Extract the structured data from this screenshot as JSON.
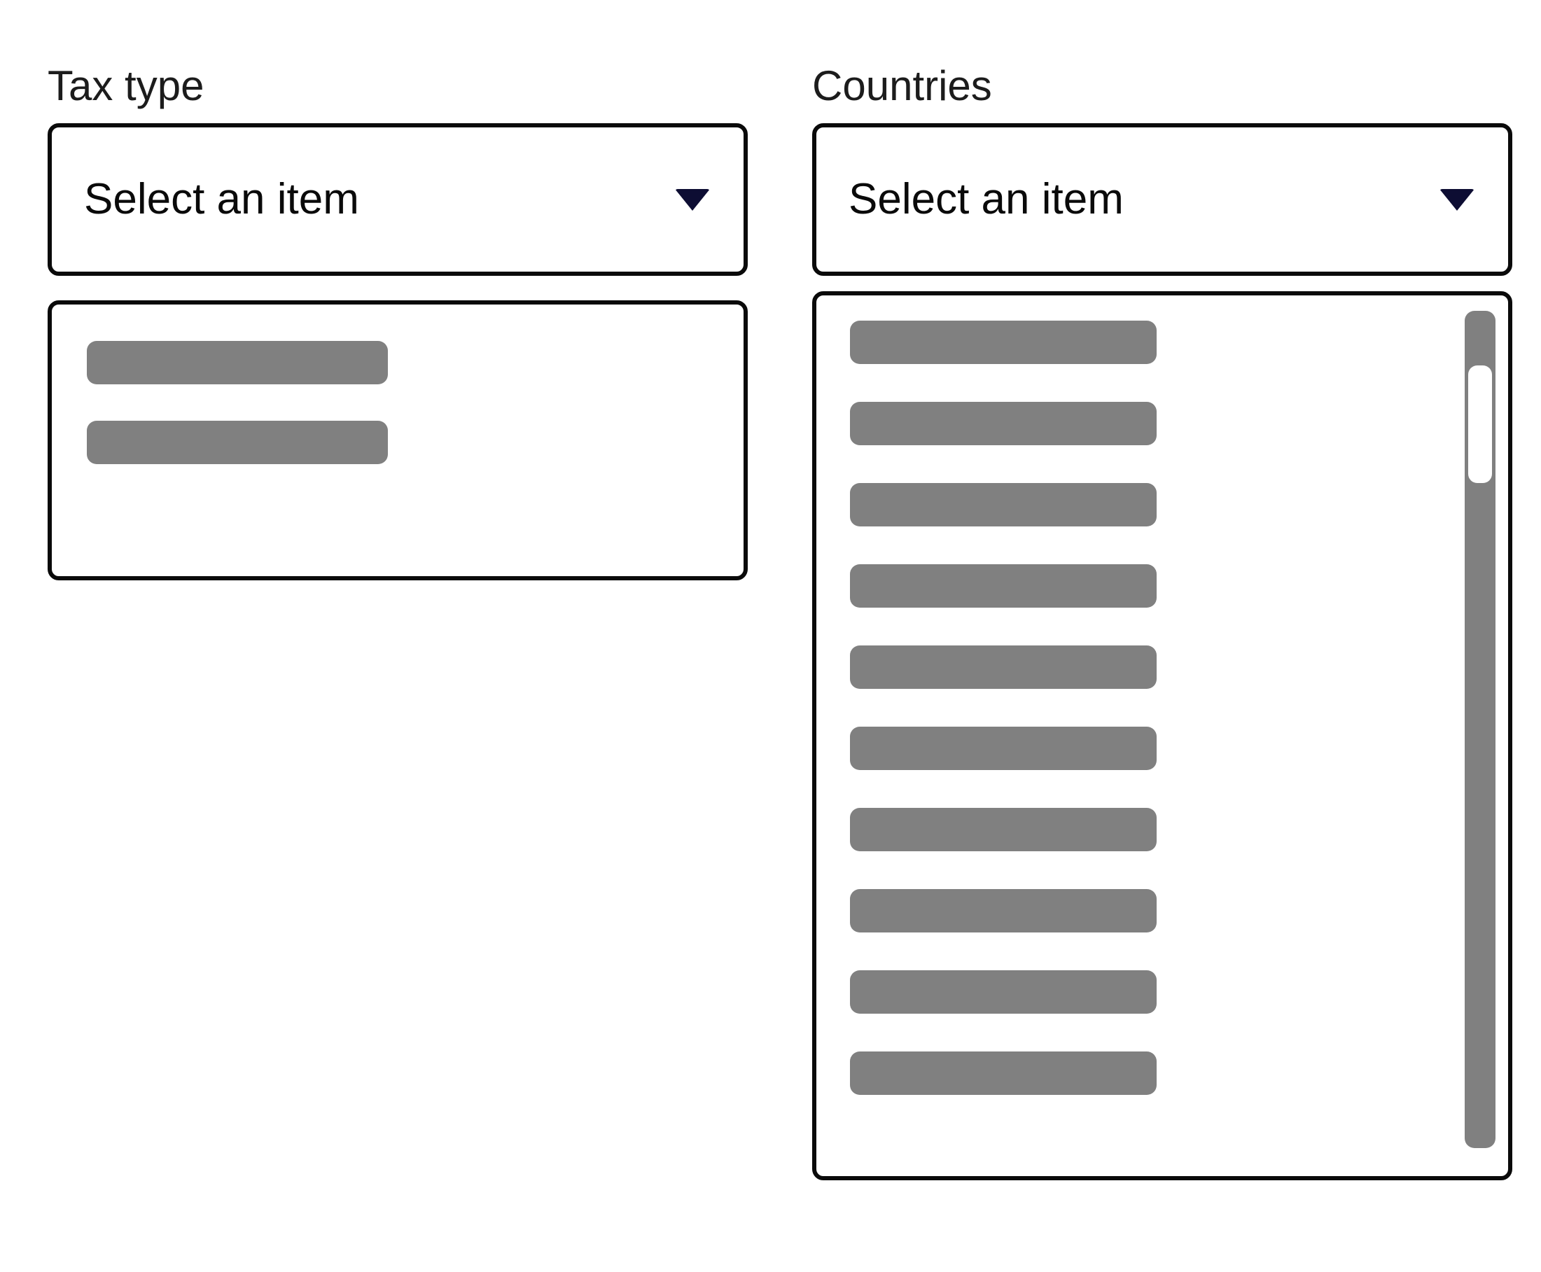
{
  "form": {
    "fields": [
      {
        "key": "tax_type",
        "label": "Tax type",
        "select": {
          "value": "Select an item",
          "placeholder": "Select an item",
          "caret_icon": "caret-down-icon",
          "caret_color": "#0d0d33"
        },
        "results": {
          "state": "loading",
          "skeleton_rows": 2,
          "has_scrollbar": false,
          "skeleton_color": "#808080"
        }
      },
      {
        "key": "countries",
        "label": "Countries",
        "select": {
          "value": "Select an item",
          "placeholder": "Select an item",
          "caret_icon": "caret-down-icon",
          "caret_color": "#0d0d33"
        },
        "results": {
          "state": "loading",
          "skeleton_rows": 10,
          "has_scrollbar": true,
          "skeleton_color": "#808080",
          "scrollbar": {
            "track_color": "#808080",
            "thumb_color": "#ffffff",
            "thumb_position": "near-top"
          }
        }
      }
    ]
  },
  "theme": {
    "background": "#ffffff",
    "border_color": "#0a0a0a",
    "text_color": "#0a0a0a",
    "label_color": "#1c1c1c",
    "accent": "#0d0d33",
    "skeleton": "#808080"
  }
}
